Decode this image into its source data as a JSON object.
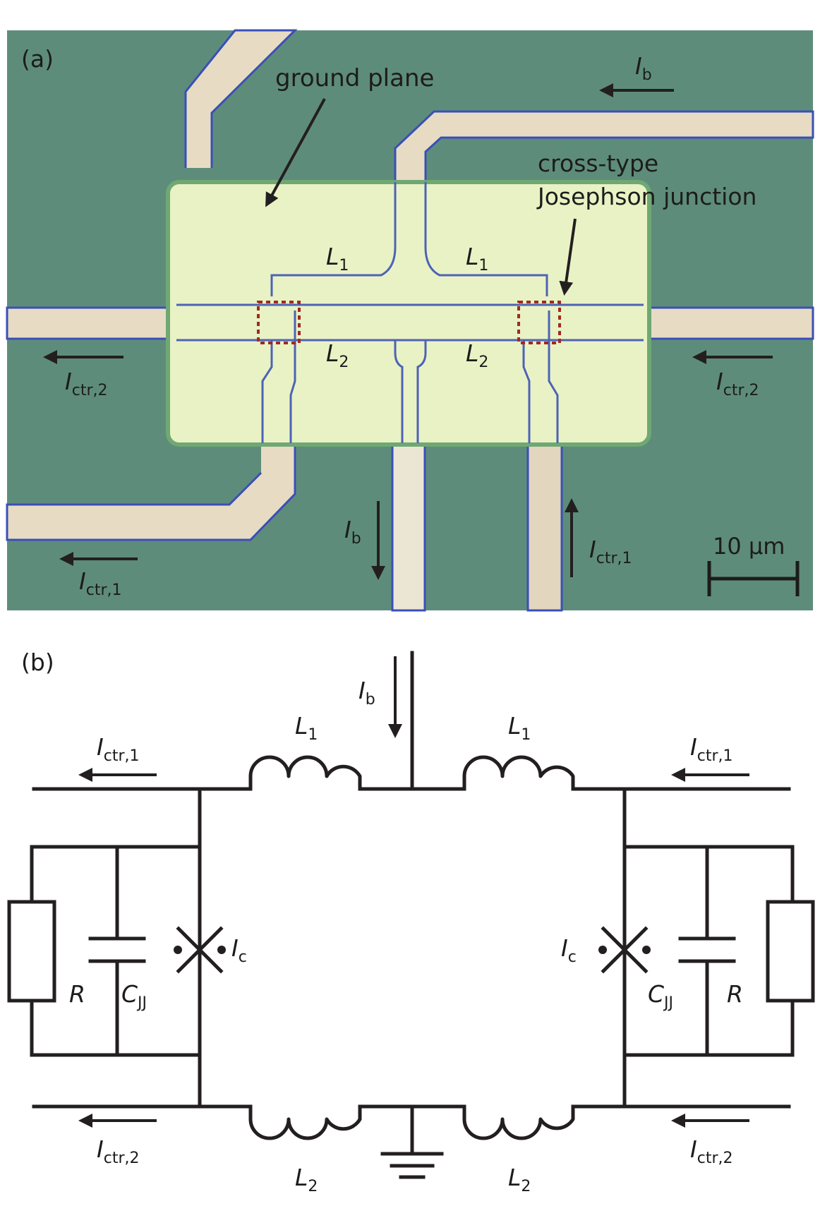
{
  "panel_a": {
    "label": "(a)",
    "ground_plane": "ground plane",
    "junction_line1": "cross-type",
    "junction_line2": "Josephson junction",
    "scale_bar": "10 µm",
    "sym_I": "I",
    "sym_L": "L",
    "sub_b": "b",
    "sub_ctr1": "ctr,1",
    "sub_ctr2": "ctr,2",
    "sub_1": "1",
    "sub_2": "2",
    "colors": {
      "substrate": "#5e8c7b",
      "ground_plane": "#e9f2c4",
      "wire_pale": "#e7dcc3",
      "edge_blue": "#3a4fb8",
      "junction_box": "#a02a22"
    }
  },
  "panel_b": {
    "label": "(b)",
    "sym_I": "I",
    "sym_L": "L",
    "sym_R": "R",
    "sym_C": "C",
    "sub_b": "b",
    "sub_c": "c",
    "sub_ctr1": "ctr,1",
    "sub_ctr2": "ctr,2",
    "sub_1": "1",
    "sub_2": "2",
    "sub_JJ": "JJ"
  }
}
